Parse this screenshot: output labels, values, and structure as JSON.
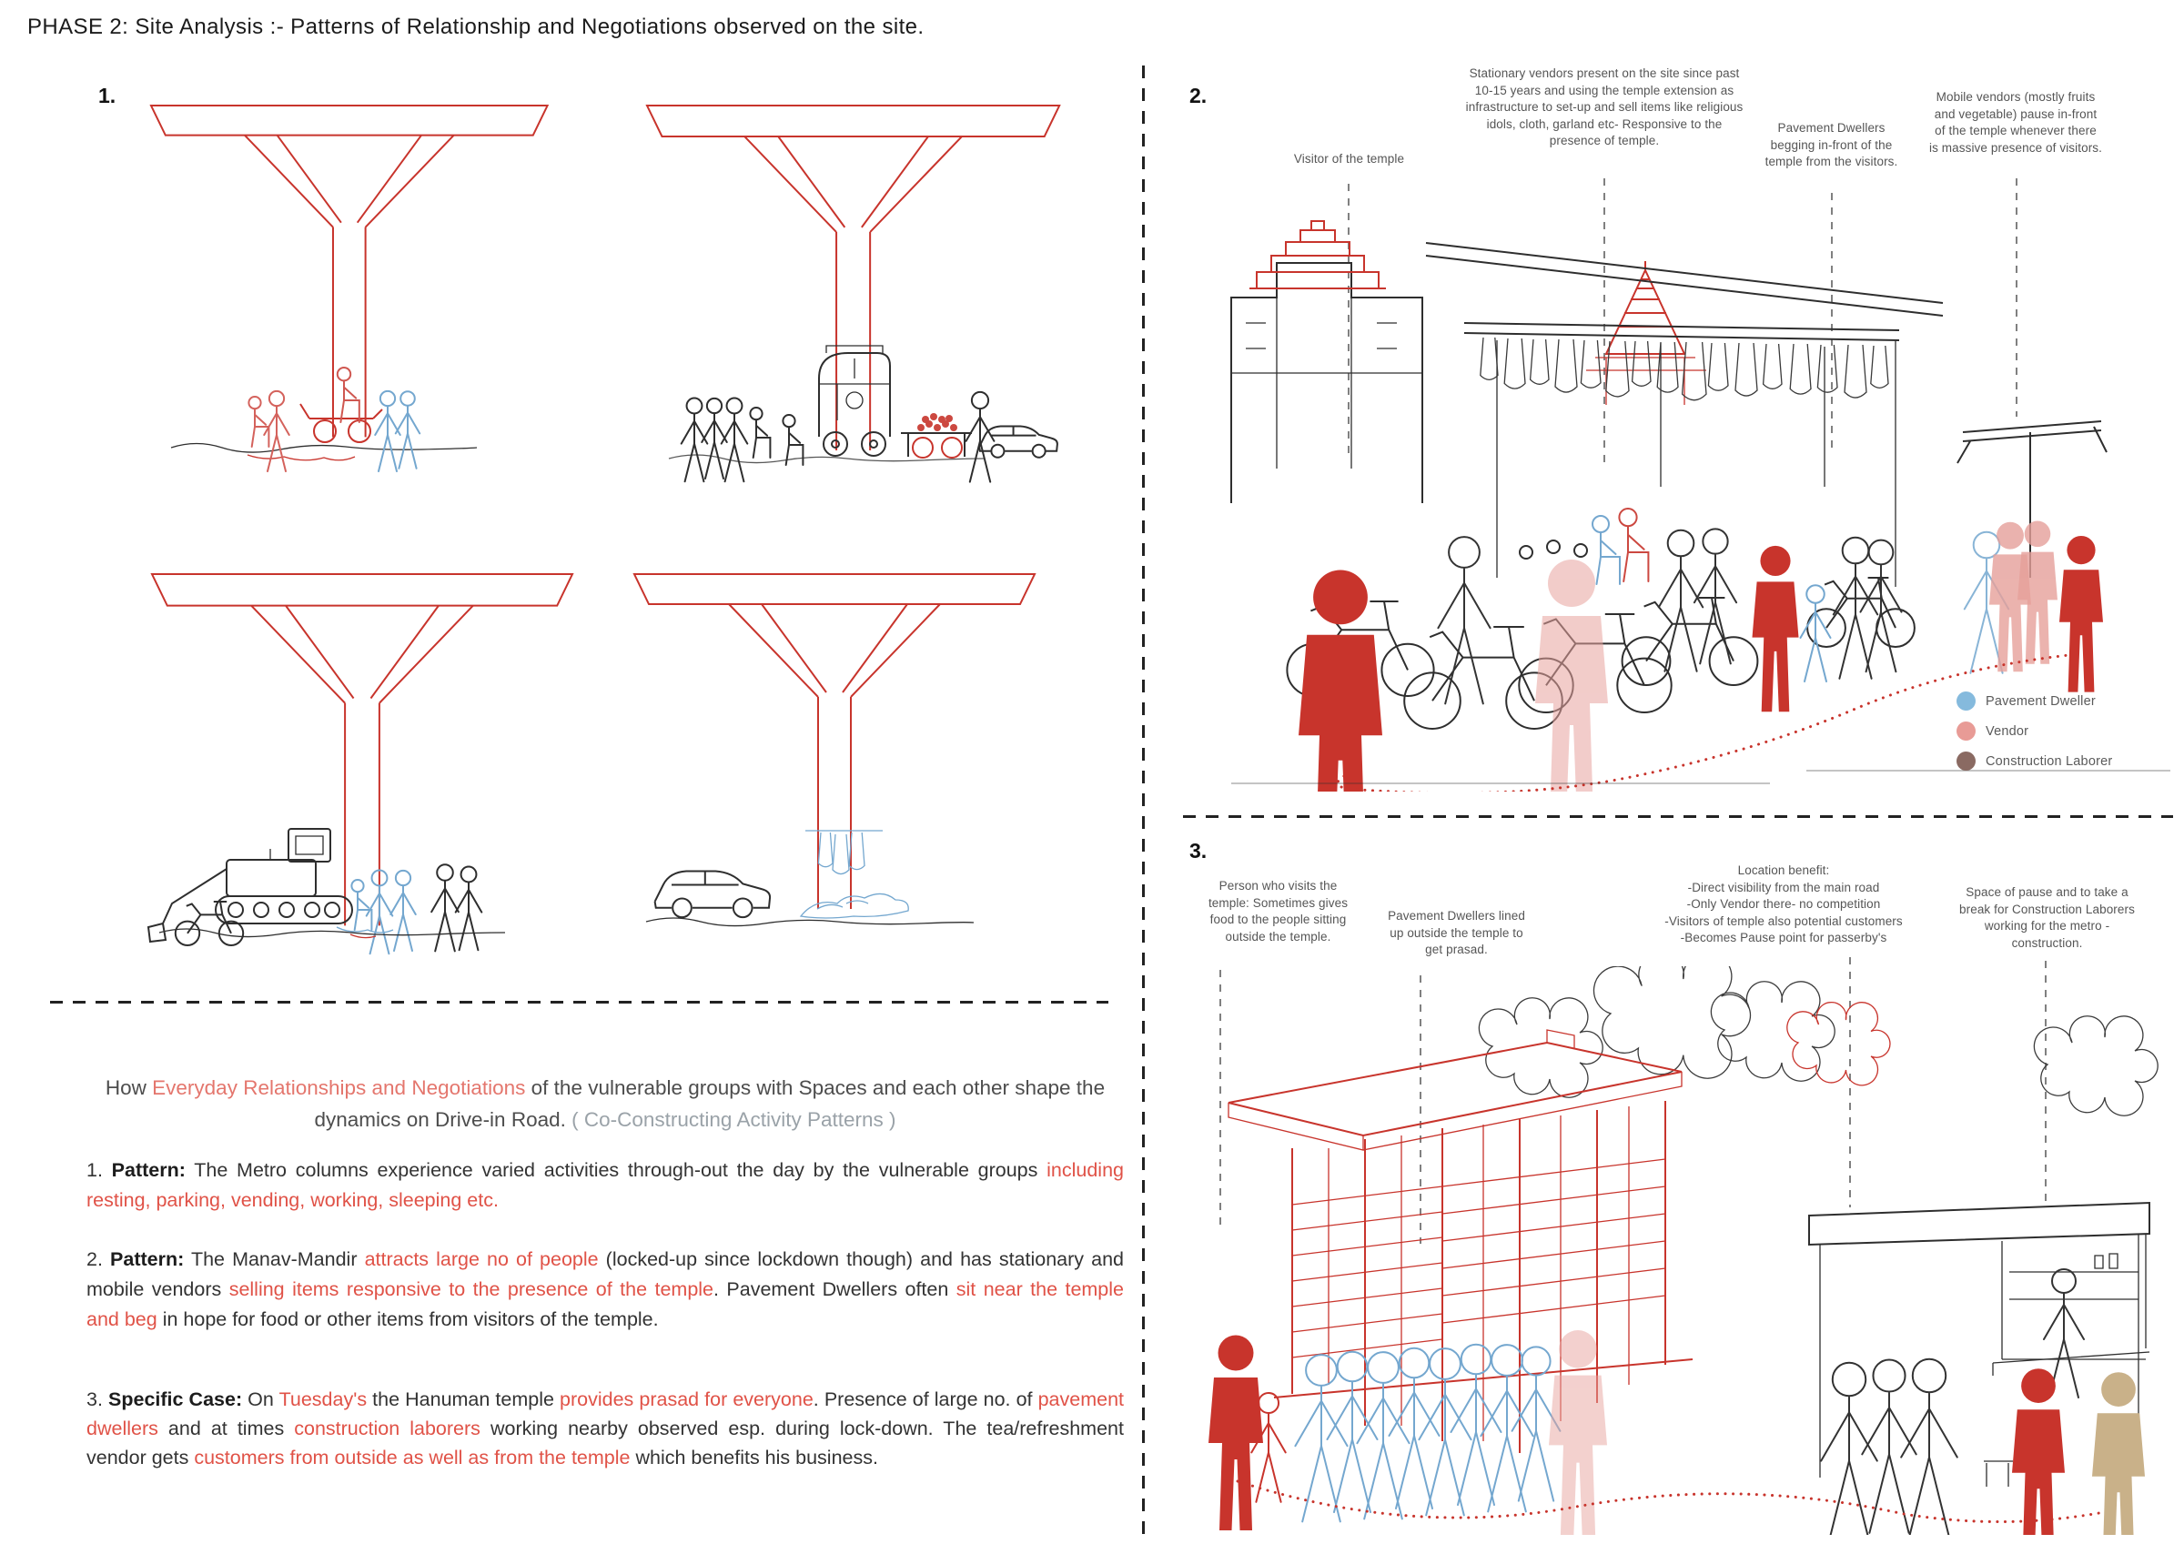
{
  "title": "PHASE 2: Site Analysis :- Patterns of Relationship and Negotiations observed on the site.",
  "colors": {
    "drawing_red": "#c8342c",
    "text_red": "#e05247",
    "intro_red": "#e4766d",
    "pavement_blue": "#85badd",
    "vendor_pink": "#e89b96",
    "laborer_brown": "#8a6a62"
  },
  "sections": {
    "one": {
      "label": "1."
    },
    "two": {
      "label": "2.",
      "annotations": {
        "visitor": "Visitor of the temple",
        "stationary": "Stationary vendors present on the site since past 10-15 years and using the temple extension as infrastructure to set-up and sell items like religious idols, cloth, garland etc- Responsive to the presence of temple.",
        "begging": "Pavement Dwellers begging in-front of the temple from the visitors.",
        "mobile": "Mobile vendors (mostly fruits and vegetable) pause in-front of the temple whenever there is massive presence of visitors."
      },
      "legend": [
        {
          "label": "Pavement Dweller",
          "color": "#85badd"
        },
        {
          "label": "Vendor",
          "color": "#e89b96"
        },
        {
          "label": "Construction Laborer",
          "color": "#8a6a62"
        }
      ]
    },
    "three": {
      "label": "3.",
      "annotations": {
        "person": "Person who visits the temple: Sometimes gives food to the people sitting outside the temple.",
        "lined": "Pavement Dwellers lined up outside the temple to get prasad.",
        "location": {
          "lines": [
            "Location benefit:",
            "-Direct visibility from the main road",
            "-Only Vendor there- no competition",
            "-Visitors of temple also potential customers",
            "-Becomes Pause point for passerby's"
          ]
        },
        "pause": "Space of pause and to take a break for Construction Laborers working for the metro - construction."
      }
    }
  },
  "narrative": {
    "intro": {
      "s0": "How ",
      "s1": "Everyday Relationships and Negotiations",
      "s2": " of the vulnerable groups with Spaces and each other shape the dynamics on Drive-in Road. ",
      "s3": "( Co-Constructing Activity Patterns )"
    },
    "p1": {
      "num": "1. ",
      "bold": "Pattern:",
      "s0": " The Metro columns experience varied activities through-out the day by the vulnerable groups ",
      "red0": "including resting, parking, vending, working, sleeping etc."
    },
    "p2": {
      "num": "2. ",
      "bold": "Pattern:",
      "s0": " The Manav-Mandir ",
      "red0": "attracts large no of people",
      "s1": " (locked-up since lockdown though) and has stationary and mobile vendors ",
      "red1": "selling items responsive to the presence of the temple",
      "s2": ". Pavement Dwellers often ",
      "red2": "sit near the temple and beg",
      "s3": " in hope for food or other items from visitors of the temple."
    },
    "p3": {
      "num": "3. ",
      "bold": "Specific Case:",
      "s0": " On ",
      "red0": "Tuesday's",
      "s1": " the Hanuman temple ",
      "red1": "provides prasad for everyone",
      "s2": ". Presence of large no. of ",
      "red2": "pavement dwellers",
      "s3": " and at times ",
      "red3": "construction laborers",
      "s4": " working nearby observed esp. during lock-down. The tea/refreshment vendor gets ",
      "red4": "customers from outside as well as from the temple",
      "s5": " which benefits his business."
    }
  }
}
